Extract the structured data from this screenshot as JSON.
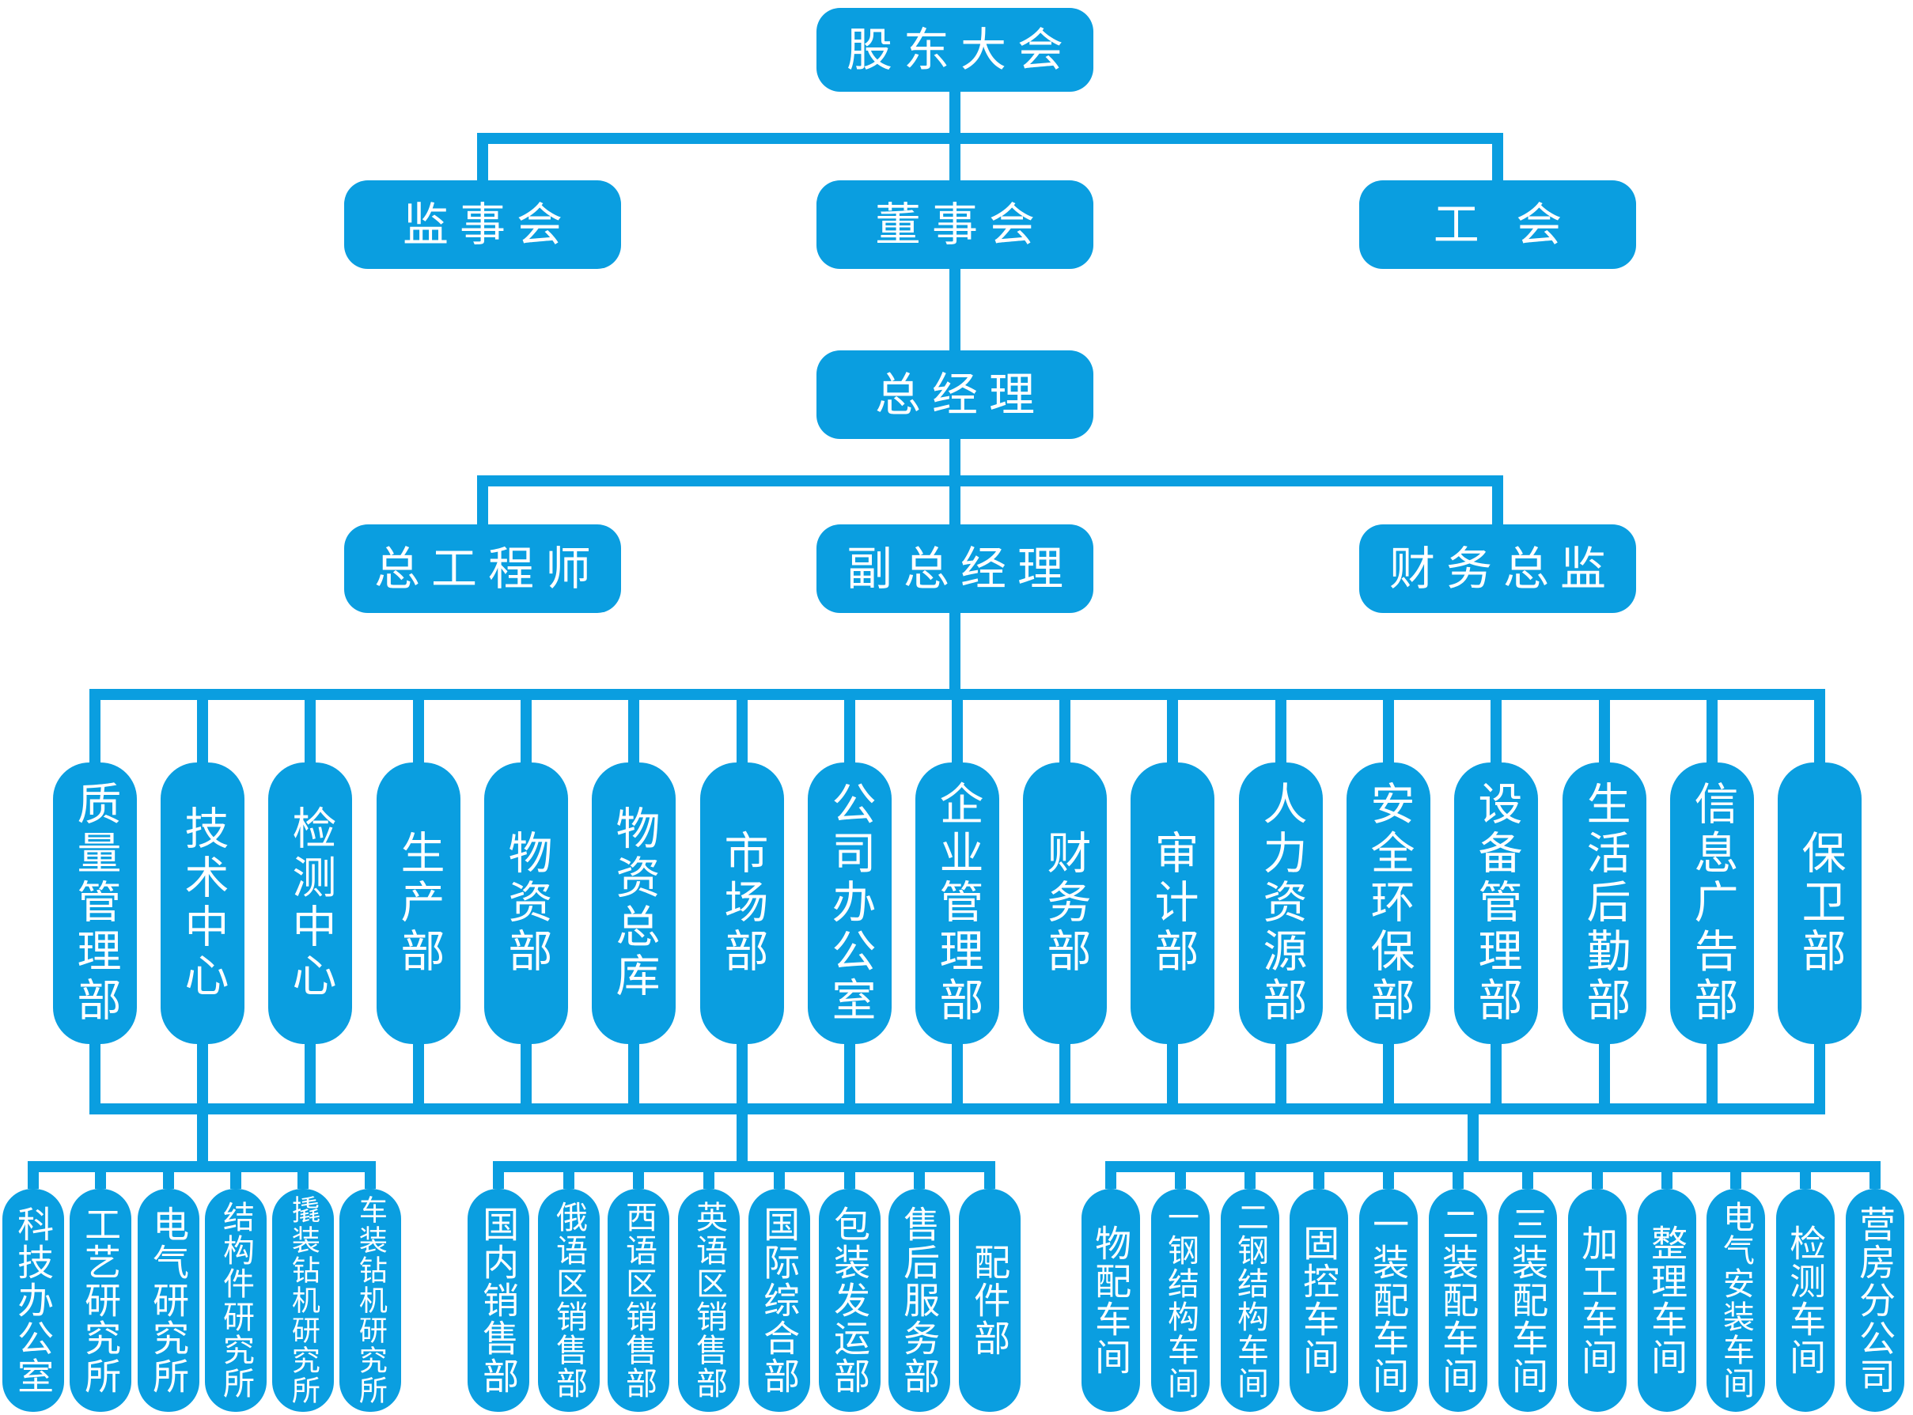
{
  "colors": {
    "node_fill": "#0a9ee0",
    "connector": "#0a9ee0",
    "text": "#ffffff",
    "background": "#ffffff"
  },
  "org": {
    "level1": {
      "label": "股东大会"
    },
    "level2": [
      {
        "label": "监事会"
      },
      {
        "label": "董事会"
      },
      {
        "label": "工 会"
      }
    ],
    "level3": {
      "label": "总经理"
    },
    "level4": [
      {
        "label": "总工程师"
      },
      {
        "label": "副总经理"
      },
      {
        "label": "财务总监"
      }
    ],
    "level5": [
      "质量管理部",
      "技术中心",
      "检测中心",
      "生产部",
      "物资部",
      "物资总库",
      "市场部",
      "公司办公室",
      "企业管理部",
      "财务部",
      "审计部",
      "人力资源部",
      "安全环保部",
      "设备管理部",
      "生活后勤部",
      "信息广告部",
      "保卫部"
    ],
    "bottom_group_1": [
      "科技办公室",
      "工艺研究所",
      "电气研究所",
      "结构件研究所",
      "撬装钻机研究所",
      "车装钻机研究所"
    ],
    "bottom_group_2": [
      "国内销售部",
      "俄语区销售部",
      "西语区销售部",
      "英语区销售部",
      "国际综合部",
      "包装发运部",
      "售后服务部",
      "配件部"
    ],
    "bottom_group_3": [
      "物配车间",
      "一钢结构车间",
      "二钢结构车间",
      "固控车间",
      "一装配车间",
      "二装配车间",
      "三装配车间",
      "加工车间",
      "整理车间",
      "电气安装车间",
      "检测车间",
      "营房分公司"
    ]
  }
}
